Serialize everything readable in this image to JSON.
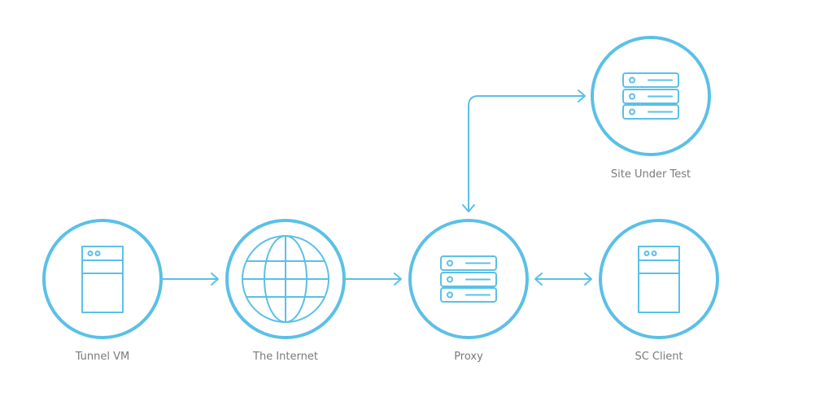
{
  "diagram": {
    "accent_color": "#5bc0e6",
    "label_color": "#7a7a7a",
    "nodes": {
      "tunnel_vm": {
        "label": "Tunnel VM",
        "icon": "tower-server-icon"
      },
      "internet": {
        "label": "The Internet",
        "icon": "globe-icon"
      },
      "proxy": {
        "label": "Proxy",
        "icon": "rack-server-icon"
      },
      "sc_client": {
        "label": "SC Client",
        "icon": "tower-server-icon"
      },
      "site_under_test": {
        "label": "Site Under Test",
        "icon": "rack-server-icon"
      }
    },
    "connections": [
      {
        "from": "Tunnel VM",
        "to": "The Internet",
        "direction": "forward"
      },
      {
        "from": "The Internet",
        "to": "Proxy",
        "direction": "forward"
      },
      {
        "from": "Proxy",
        "to": "SC Client",
        "direction": "bidirectional"
      },
      {
        "from": "Proxy",
        "to": "Site Under Test",
        "direction": "bidirectional"
      }
    ]
  }
}
